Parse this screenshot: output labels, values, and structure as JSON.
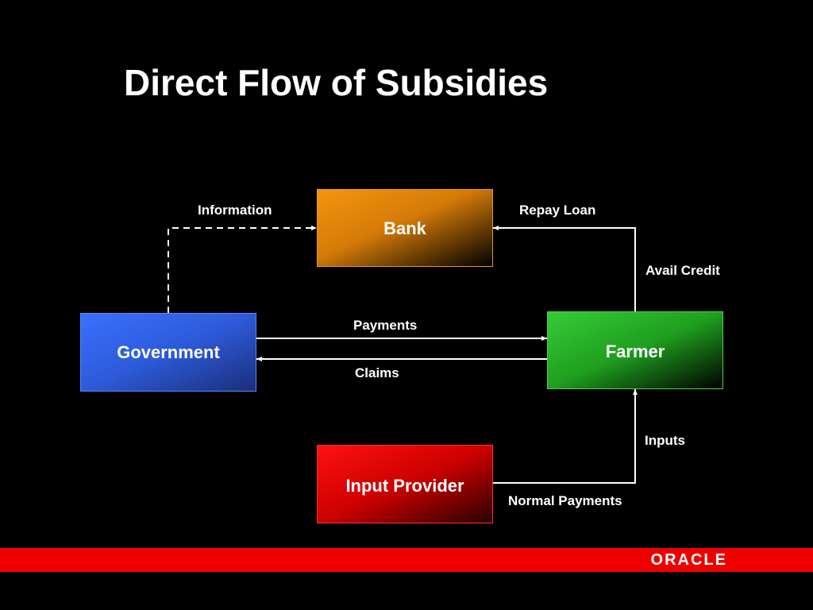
{
  "slide": {
    "title": "Direct Flow of Subsidies"
  },
  "nodes": {
    "bank": "Bank",
    "government": "Government",
    "farmer": "Farmer",
    "input_provider": "Input Provider"
  },
  "edges": {
    "information": "Information",
    "repay_loan": "Repay Loan",
    "avail_credit": "Avail Credit",
    "payments": "Payments",
    "claims": "Claims",
    "inputs": "Inputs",
    "normal_payments": "Normal Payments"
  },
  "footer": {
    "logo": "ORACLE"
  },
  "colors": {
    "background": "#000000",
    "bank": "#f4960e",
    "government": "#3a70ff",
    "farmer": "#36cc36",
    "input_provider": "#ff1111",
    "footer_bar": "#ee0000"
  }
}
